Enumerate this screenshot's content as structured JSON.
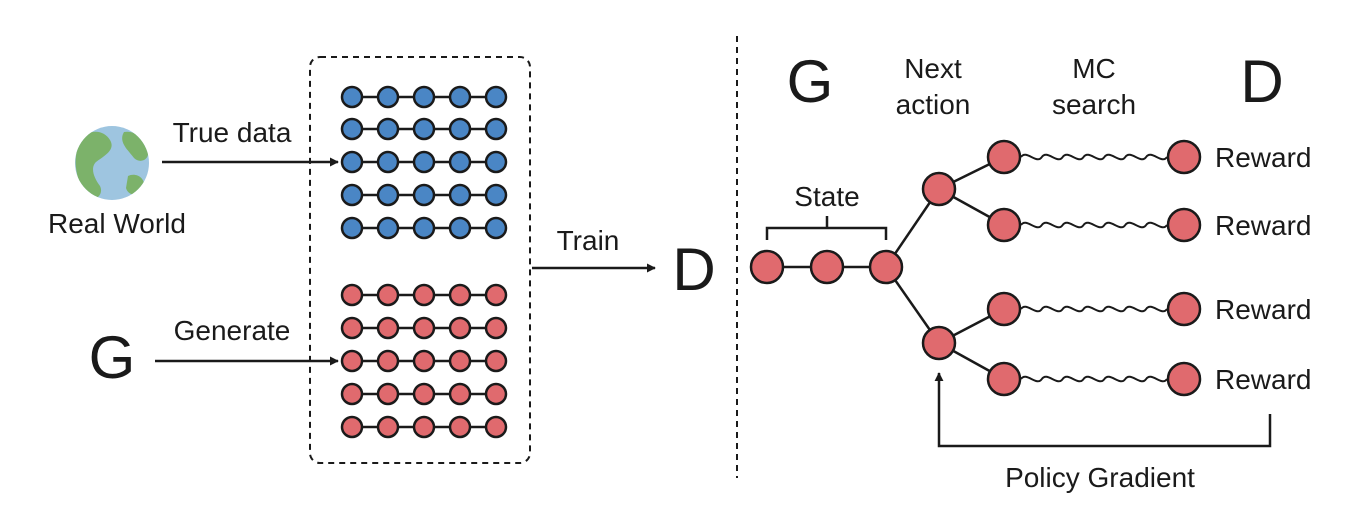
{
  "left": {
    "real_world_label": "Real World",
    "true_data_label": "True data",
    "generate_label": "Generate",
    "g_label": "G",
    "train_label": "Train",
    "d_label": "D"
  },
  "right": {
    "g_label": "G",
    "next_action_label": [
      "Next",
      "action"
    ],
    "mc_search_label": [
      "MC",
      "search"
    ],
    "d_label": "D",
    "state_label": "State",
    "reward_labels": [
      "Reward",
      "Reward",
      "Reward",
      "Reward"
    ],
    "policy_gradient_label": "Policy Gradient"
  },
  "colors": {
    "real_node": "#4a86c5",
    "generated_node": "#e06a6e",
    "stroke": "#1a1a1a",
    "globe_ocean": "#9ec5e0",
    "globe_land": "#7cb26a"
  },
  "icons": [
    "globe-icon"
  ]
}
